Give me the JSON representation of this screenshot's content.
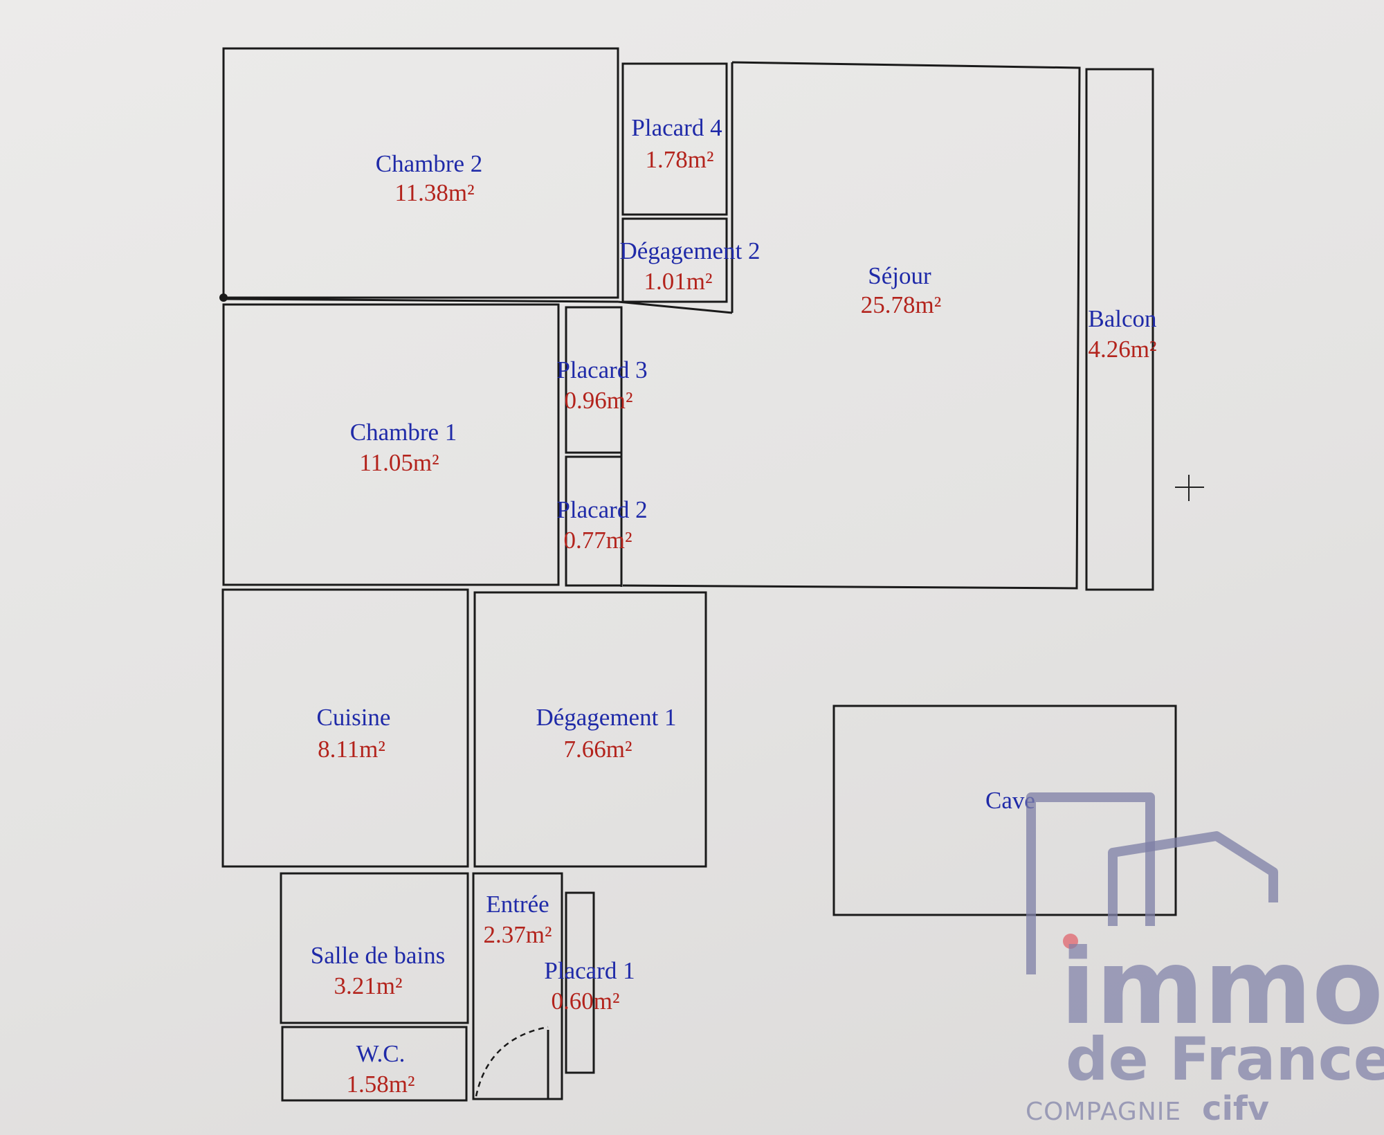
{
  "rooms": {
    "chambre2": {
      "name": "Chambre 2",
      "area": "11.38m²"
    },
    "placard4": {
      "name": "Placard 4",
      "area": "1.78m²"
    },
    "degagement2": {
      "name": "Dégagement 2",
      "area": "1.01m²"
    },
    "sejour": {
      "name": "Séjour",
      "area": "25.78m²"
    },
    "balcon": {
      "name": "Balcon",
      "area": "4.26m²"
    },
    "chambre1": {
      "name": "Chambre 1",
      "area": "11.05m²"
    },
    "placard3": {
      "name": "Placard 3",
      "area": "0.96m²"
    },
    "placard2": {
      "name": "Placard 2",
      "area": "0.77m²"
    },
    "cuisine": {
      "name": "Cuisine",
      "area": "8.11m²"
    },
    "degagement1": {
      "name": "Dégagement 1",
      "area": "7.66m²"
    },
    "cave": {
      "name": "Cave"
    },
    "salle_de_bains": {
      "name": "Salle de bains",
      "area": "3.21m²"
    },
    "entree": {
      "name": "Entrée",
      "area": "2.37m²"
    },
    "placard1": {
      "name": "Placard 1",
      "area": "0.60m²"
    },
    "wc": {
      "name": "W.C.",
      "area": "1.58m²"
    }
  },
  "watermark": {
    "brand": "immo",
    "line2": "de France",
    "line3a": "COMPAGNIE",
    "line3b": "cifv"
  },
  "colors": {
    "room_name": "#1f2aa8",
    "room_area": "#b3231c",
    "watermark": "#7d7fa6",
    "watermark_dot": "#e0737a"
  }
}
